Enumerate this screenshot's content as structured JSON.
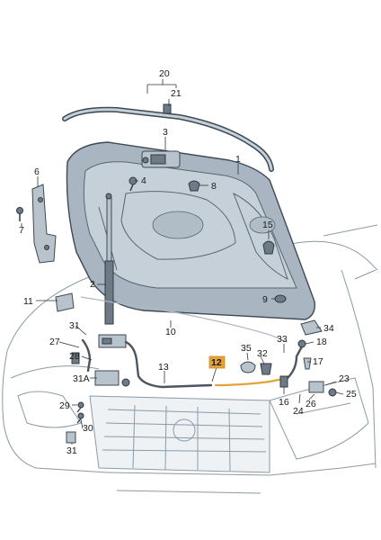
{
  "callouts": [
    {
      "id": "c20",
      "text": "20"
    },
    {
      "id": "c21",
      "text": "21"
    },
    {
      "id": "c3",
      "text": "3"
    },
    {
      "id": "c1",
      "text": "1"
    },
    {
      "id": "c6",
      "text": "6"
    },
    {
      "id": "c4",
      "text": "4"
    },
    {
      "id": "c8",
      "text": "8"
    },
    {
      "id": "c7",
      "text": "7"
    },
    {
      "id": "c15",
      "text": "15"
    },
    {
      "id": "c2",
      "text": "2"
    },
    {
      "id": "c11",
      "text": "11"
    },
    {
      "id": "c9",
      "text": "9"
    },
    {
      "id": "c10",
      "text": "10"
    },
    {
      "id": "c34",
      "text": "34"
    },
    {
      "id": "c31a",
      "text": "31"
    },
    {
      "id": "c27",
      "text": "27"
    },
    {
      "id": "c33",
      "text": "33"
    },
    {
      "id": "c18",
      "text": "18"
    },
    {
      "id": "c28",
      "text": "28"
    },
    {
      "id": "c35",
      "text": "35"
    },
    {
      "id": "c12",
      "text": "12"
    },
    {
      "id": "c32",
      "text": "32"
    },
    {
      "id": "c17",
      "text": "17"
    },
    {
      "id": "c13",
      "text": "13"
    },
    {
      "id": "c31A",
      "text": "31A"
    },
    {
      "id": "c23",
      "text": "23"
    },
    {
      "id": "c16",
      "text": "16"
    },
    {
      "id": "c24",
      "text": "24"
    },
    {
      "id": "c26",
      "text": "26"
    },
    {
      "id": "c25",
      "text": "25"
    },
    {
      "id": "c29",
      "text": "29"
    },
    {
      "id": "c30",
      "text": "30"
    },
    {
      "id": "c31b",
      "text": "31"
    }
  ],
  "highlight": {
    "callout": "c12",
    "color": "#e3a33a"
  }
}
